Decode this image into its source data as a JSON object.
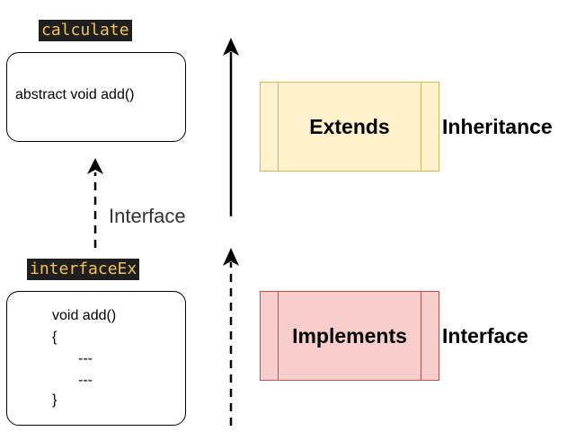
{
  "left": {
    "parent_name": "calculate",
    "parent_method": "abstract void add()",
    "child_name": "interfaceEx",
    "child_code": [
      "void add()",
      "{",
      "---",
      "---",
      "}"
    ],
    "relation_label": "Interface"
  },
  "legend": {
    "extends_box": "Extends",
    "extends_meaning": "Inheritance",
    "implements_box": "Implements",
    "implements_meaning": "Interface"
  },
  "colors": {
    "code_tag_bg": "#1f1f1f",
    "code_tag_text": "#f2c35a",
    "extends_fill": "#fff2cc",
    "extends_stroke": "#d6b656",
    "implements_fill": "#f8cecc",
    "implements_stroke": "#b85450"
  }
}
